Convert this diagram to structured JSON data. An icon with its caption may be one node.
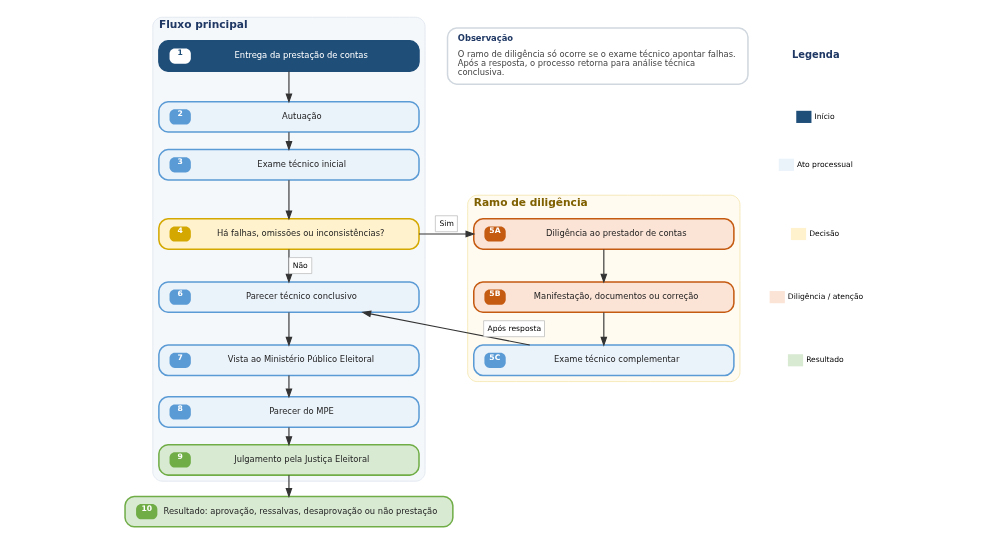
{
  "diagram": {
    "nodes": [
      {
        "text": [
          "Fluxo principal"
        ]
      },
      {
        "text": [
          "1",
          "Entrega da prestação de contas"
        ],
        "in": 0
      },
      {
        "text": [
          "2",
          "Autuação"
        ],
        "in": 0
      },
      {
        "text": [
          "3",
          "Exame técnico inicial"
        ],
        "in": 0
      },
      {
        "text": [
          "4",
          "Há falhas, omissões ou inconsistências?"
        ],
        "in": 0
      },
      {
        "text": [
          "6",
          "Parecer técnico conclusivo"
        ],
        "in": 0
      },
      {
        "text": [
          "7",
          "Vista ao Ministério Público Eleitoral"
        ],
        "in": 0
      },
      {
        "text": [
          "8",
          "Parecer do MPE"
        ],
        "in": 0
      },
      {
        "text": [
          "9",
          "Julgamento pela Justiça Eleitoral"
        ],
        "in": 0
      },
      {
        "text": [
          "Ramo de diligência"
        ]
      },
      {
        "text": [
          "5A",
          "Diligência ao prestador de contas"
        ],
        "in": 9
      },
      {
        "text": [
          "5B",
          "Manifestação, documentos ou correção"
        ],
        "in": 9
      },
      {
        "text": [
          "5C",
          "Exame técnico complementar"
        ],
        "in": 9
      },
      {
        "text": [
          "Observação",
          "O ramo de diligência só ocorre se o exame técnico apontar falhas. Após a resposta, o processo retorna para análise técnica conclusiva."
        ]
      },
      {
        "text": [
          "10",
          "Resultado: aprovação, ressalvas, desaprovação ou não prestação"
        ]
      }
    ],
    "edges": [
      {
        "from": 1,
        "to": 2,
        "arrow": "to"
      },
      {
        "from": 2,
        "to": 3,
        "arrow": "to"
      },
      {
        "from": 3,
        "to": 4,
        "arrow": "to"
      },
      {
        "from": 4,
        "to": 5,
        "arrow": "to",
        "label": "Não"
      },
      {
        "from": 5,
        "to": 6,
        "arrow": "to"
      },
      {
        "from": 6,
        "to": 7,
        "arrow": "to"
      },
      {
        "from": 7,
        "to": 8,
        "arrow": "to"
      },
      {
        "from": 4,
        "to": 10,
        "arrow": "to",
        "label": "Sim"
      },
      {
        "from": 10,
        "to": 11,
        "arrow": "to"
      },
      {
        "from": 11,
        "to": 12,
        "arrow": "to"
      },
      {
        "from": 12,
        "to": 5,
        "arrow": "to",
        "label": "Após resposta"
      },
      {
        "from": 8,
        "to": 14,
        "arrow": "to"
      }
    ],
    "labels": [
      "Legenda"
    ],
    "legend": [
      {
        "text": "Início",
        "color": "#1f4e79"
      },
      {
        "text": "Ato processual",
        "color": "#eaf2fa"
      },
      {
        "text": "Decisão",
        "color": "#fff2cc"
      },
      {
        "text": "Diligência / atenção",
        "color": "#fbe3d6"
      },
      {
        "text": "Resultado",
        "color": "#d9ead3"
      }
    ]
  }
}
